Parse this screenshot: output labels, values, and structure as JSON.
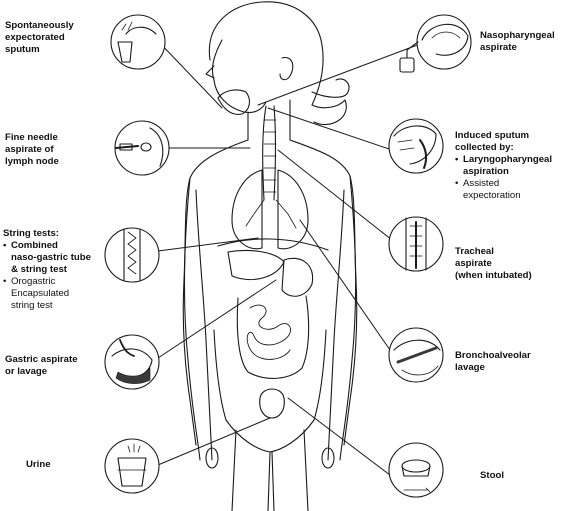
{
  "labels": {
    "spontaneous": {
      "lines": [
        "Spontaneously",
        "expectorated",
        "sputum"
      ]
    },
    "fna": {
      "lines": [
        "Fine needle",
        "aspirate of",
        "lymph node"
      ]
    },
    "string": {
      "title": "String tests:",
      "items": [
        {
          "lines": [
            "Combined",
            "naso-gastric tube",
            "& string test"
          ],
          "bold": true
        },
        {
          "lines": [
            "Orogastric",
            "Encapsulated",
            "string test"
          ],
          "bold": false
        }
      ]
    },
    "gastric": {
      "lines": [
        "Gastric aspirate",
        "or lavage"
      ]
    },
    "urine": {
      "lines": [
        "Urine"
      ]
    },
    "nasopharyngeal": {
      "lines": [
        "Nasopharyngeal",
        "aspirate"
      ]
    },
    "induced": {
      "title": [
        "Induced sputum",
        "collected by:"
      ],
      "items": [
        {
          "lines": [
            "Laryngopharyngeal",
            "aspiration"
          ],
          "bold": true
        },
        {
          "lines": [
            "Assisted",
            "expectoration"
          ],
          "bold": false
        }
      ]
    },
    "tracheal": {
      "lines": [
        "Tracheal",
        "aspirate",
        "(when intubated)"
      ]
    },
    "bronchoalveolar": {
      "lines": [
        "Bronchoalveolar",
        "lavage"
      ]
    },
    "stool": {
      "lines": [
        "Stool"
      ]
    }
  },
  "colors": {
    "ink": "#1a1a1a",
    "background": "#ffffff"
  }
}
